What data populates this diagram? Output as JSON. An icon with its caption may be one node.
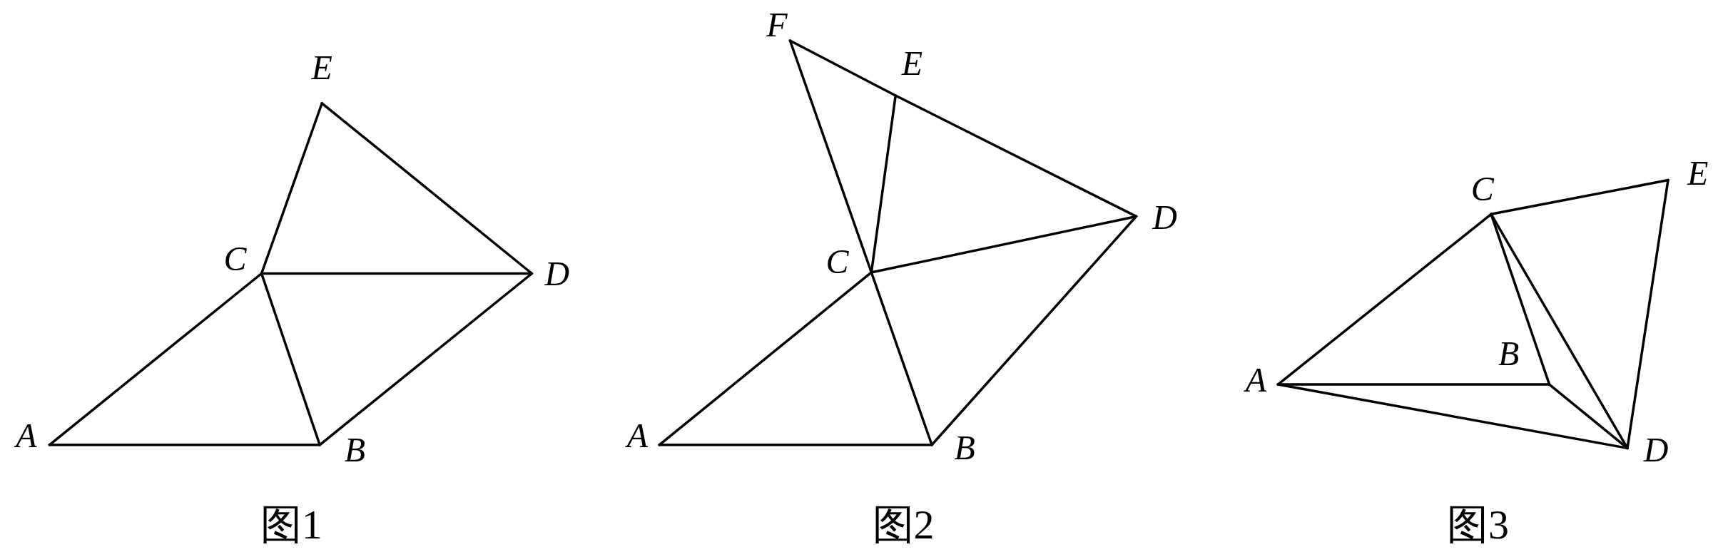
{
  "diagram": {
    "nodes": [
      {
        "text": [
          "A"
        ]
      },
      {
        "text": [
          "B"
        ]
      },
      {
        "text": [
          "C"
        ]
      },
      {
        "text": [
          "D"
        ]
      },
      {
        "text": [
          "E"
        ]
      },
      {
        "text": [
          "A"
        ]
      },
      {
        "text": [
          "B"
        ]
      },
      {
        "text": [
          "C"
        ]
      },
      {
        "text": [
          "D"
        ]
      },
      {
        "text": [
          "E"
        ]
      },
      {
        "text": [
          "F"
        ]
      },
      {
        "text": [
          "A"
        ]
      },
      {
        "text": [
          "B"
        ]
      },
      {
        "text": [
          "C"
        ]
      },
      {
        "text": [
          "D"
        ]
      },
      {
        "text": [
          "E"
        ]
      }
    ],
    "edges": [
      {
        "from": 0,
        "to": 1,
        "arrow": "none"
      },
      {
        "from": 0,
        "to": 2,
        "arrow": "none"
      },
      {
        "from": 2,
        "to": 1,
        "arrow": "none"
      },
      {
        "from": 2,
        "to": 3,
        "arrow": "none"
      },
      {
        "from": 1,
        "to": 3,
        "arrow": "none"
      },
      {
        "from": 2,
        "to": 4,
        "arrow": "none"
      },
      {
        "from": 4,
        "to": 3,
        "arrow": "none"
      },
      {
        "from": 5,
        "to": 6,
        "arrow": "none"
      },
      {
        "from": 5,
        "to": 7,
        "arrow": "none"
      },
      {
        "from": 7,
        "to": 6,
        "arrow": "none"
      },
      {
        "from": 7,
        "to": 10,
        "arrow": "none"
      },
      {
        "from": 10,
        "to": 9,
        "arrow": "none"
      },
      {
        "from": 9,
        "to": 8,
        "arrow": "none"
      },
      {
        "from": 7,
        "to": 9,
        "arrow": "none"
      },
      {
        "from": 7,
        "to": 8,
        "arrow": "none"
      },
      {
        "from": 6,
        "to": 8,
        "arrow": "none"
      },
      {
        "from": 11,
        "to": 13,
        "arrow": "none"
      },
      {
        "from": 11,
        "to": 12,
        "arrow": "none"
      },
      {
        "from": 11,
        "to": 14,
        "arrow": "none"
      },
      {
        "from": 13,
        "to": 12,
        "arrow": "none"
      },
      {
        "from": 13,
        "to": 14,
        "arrow": "none"
      },
      {
        "from": 12,
        "to": 14,
        "arrow": "none"
      },
      {
        "from": 13,
        "to": 15,
        "arrow": "none"
      },
      {
        "from": 15,
        "to": 14,
        "arrow": "none"
      }
    ],
    "labels": [
      "图1",
      "图2",
      "图3"
    ]
  }
}
